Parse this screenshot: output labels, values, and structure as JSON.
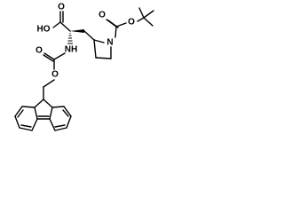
{
  "atoms": {
    "ho": "HO",
    "o1": "O",
    "nh": "NH",
    "o2": "O",
    "o3": "O",
    "n_ring": "N",
    "o4": "O",
    "o5": "O"
  },
  "colors": {
    "line": "#000000",
    "text": "#000000",
    "background": "#ffffff"
  }
}
